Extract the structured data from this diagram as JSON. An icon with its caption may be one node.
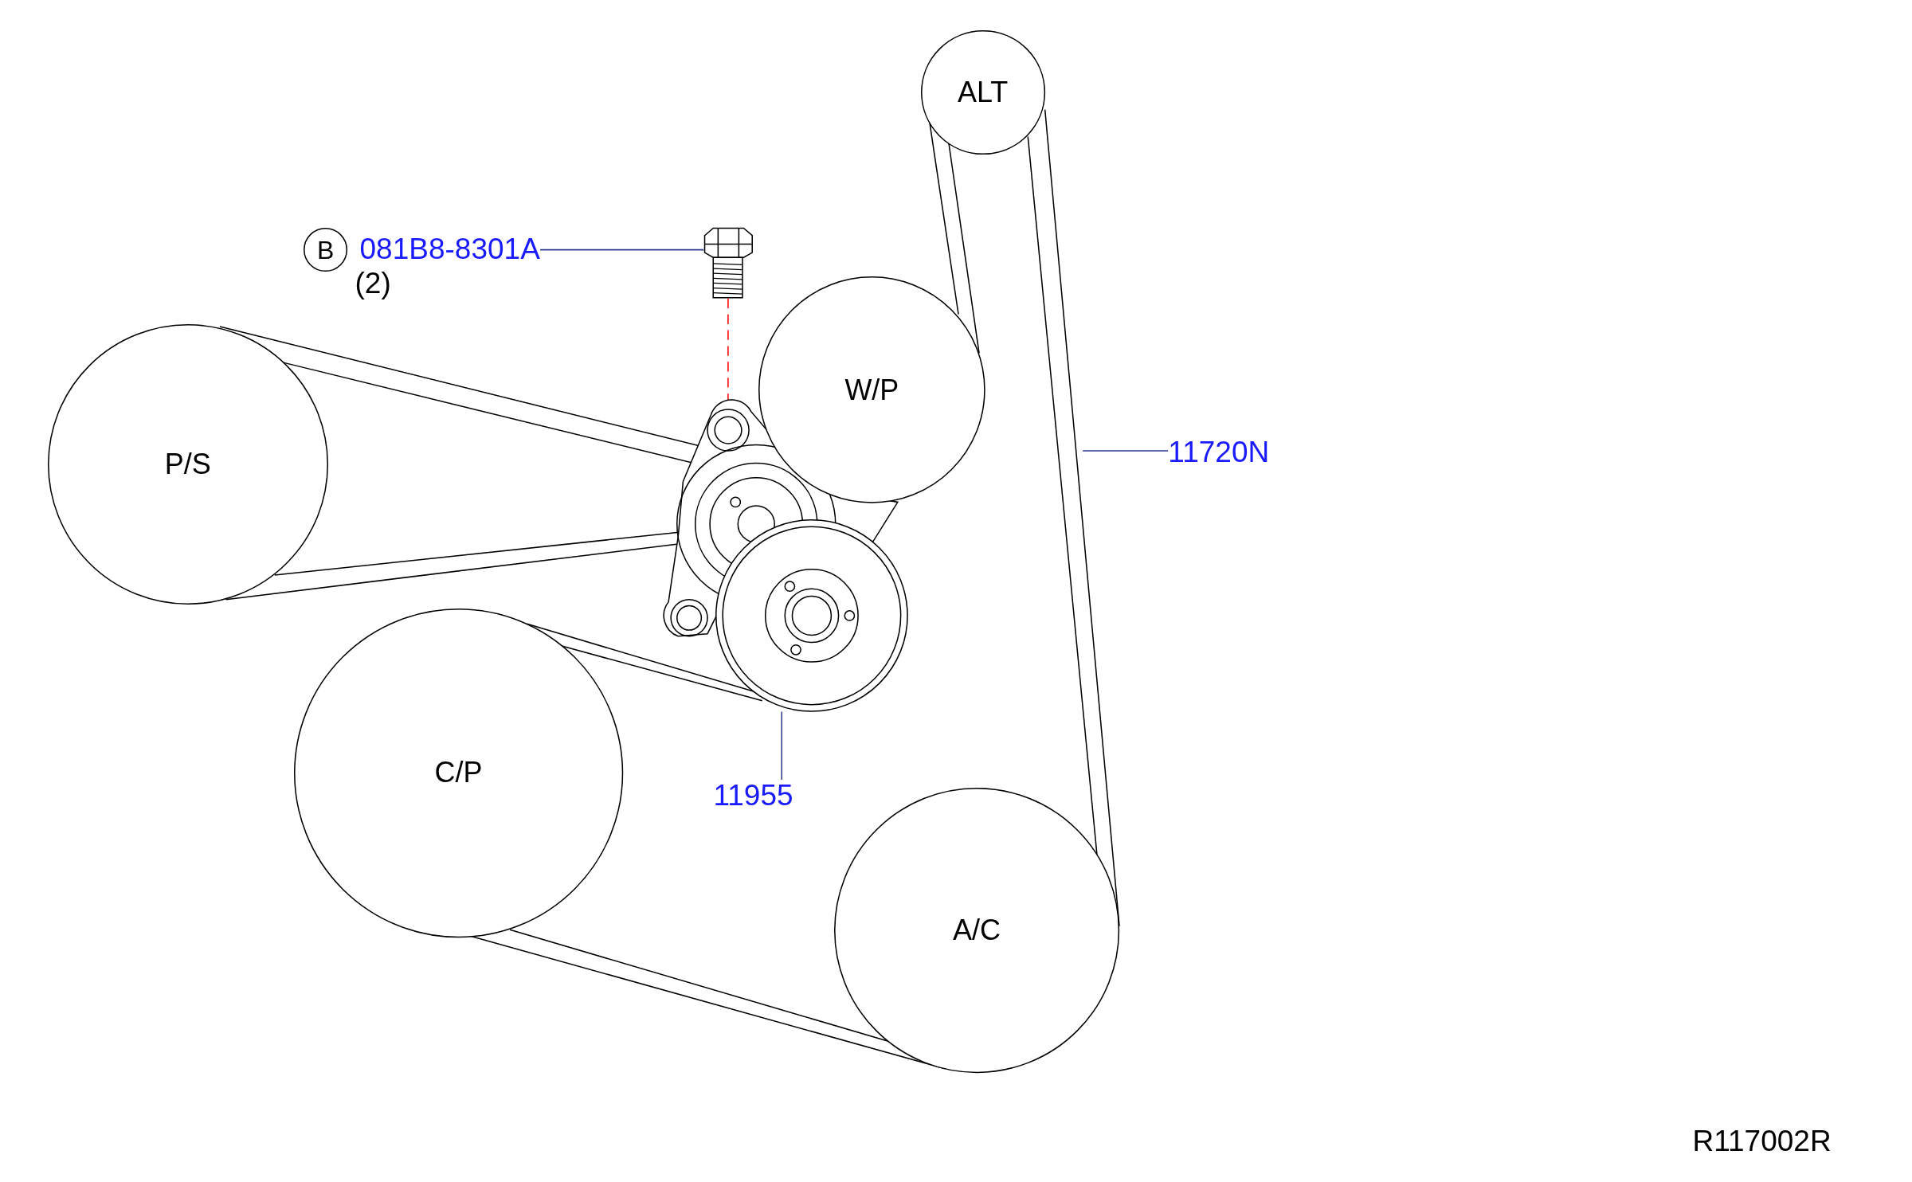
{
  "diagram": {
    "nodes": [
      {
        "text": [
          "ALT"
        ]
      },
      {
        "text": [
          "W/P"
        ]
      },
      {
        "text": [
          "P/S"
        ]
      },
      {
        "text": [
          "C/P"
        ]
      },
      {
        "text": [
          "A/C"
        ]
      },
      {
        "text": [],
        "shape": "picture"
      },
      {
        "text": [
          "B"
        ]
      },
      {
        "text": [
          "081B8-8301A",
          "(2)"
        ]
      },
      {
        "text": [],
        "shape": "picture"
      },
      {
        "text": [],
        "shape": "picture"
      },
      {
        "text": [
          "11720N"
        ]
      },
      {
        "text": [
          "11955"
        ]
      }
    ],
    "edges": [
      {
        "from": 7,
        "to": 8,
        "arrow": "none"
      },
      {
        "from": 8,
        "to": 9,
        "arrow": "none",
        "style": "dashed",
        "color": "#ff0000"
      },
      {
        "from": 10,
        "to": null,
        "arrow": "none"
      },
      {
        "from": 11,
        "to": 5,
        "arrow": "none"
      }
    ],
    "labels": [
      "R117002R"
    ]
  }
}
